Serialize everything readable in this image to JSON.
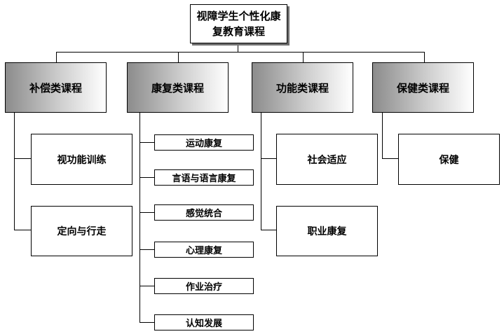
{
  "root": {
    "title": "视障学生个性化康复教育课程"
  },
  "categories": [
    {
      "label": "补偿类课程",
      "items": [
        "视功能训练",
        "定向与行走"
      ]
    },
    {
      "label": "康复类课程",
      "items": [
        "运动康复",
        "言语与语言康复",
        "感觉统合",
        "心理康复",
        "作业治疗",
        "认知发展"
      ]
    },
    {
      "label": "功能类课程",
      "items": [
        "社会适应",
        "职业康复"
      ]
    },
    {
      "label": "保健类课程",
      "items": [
        "保健"
      ]
    }
  ]
}
